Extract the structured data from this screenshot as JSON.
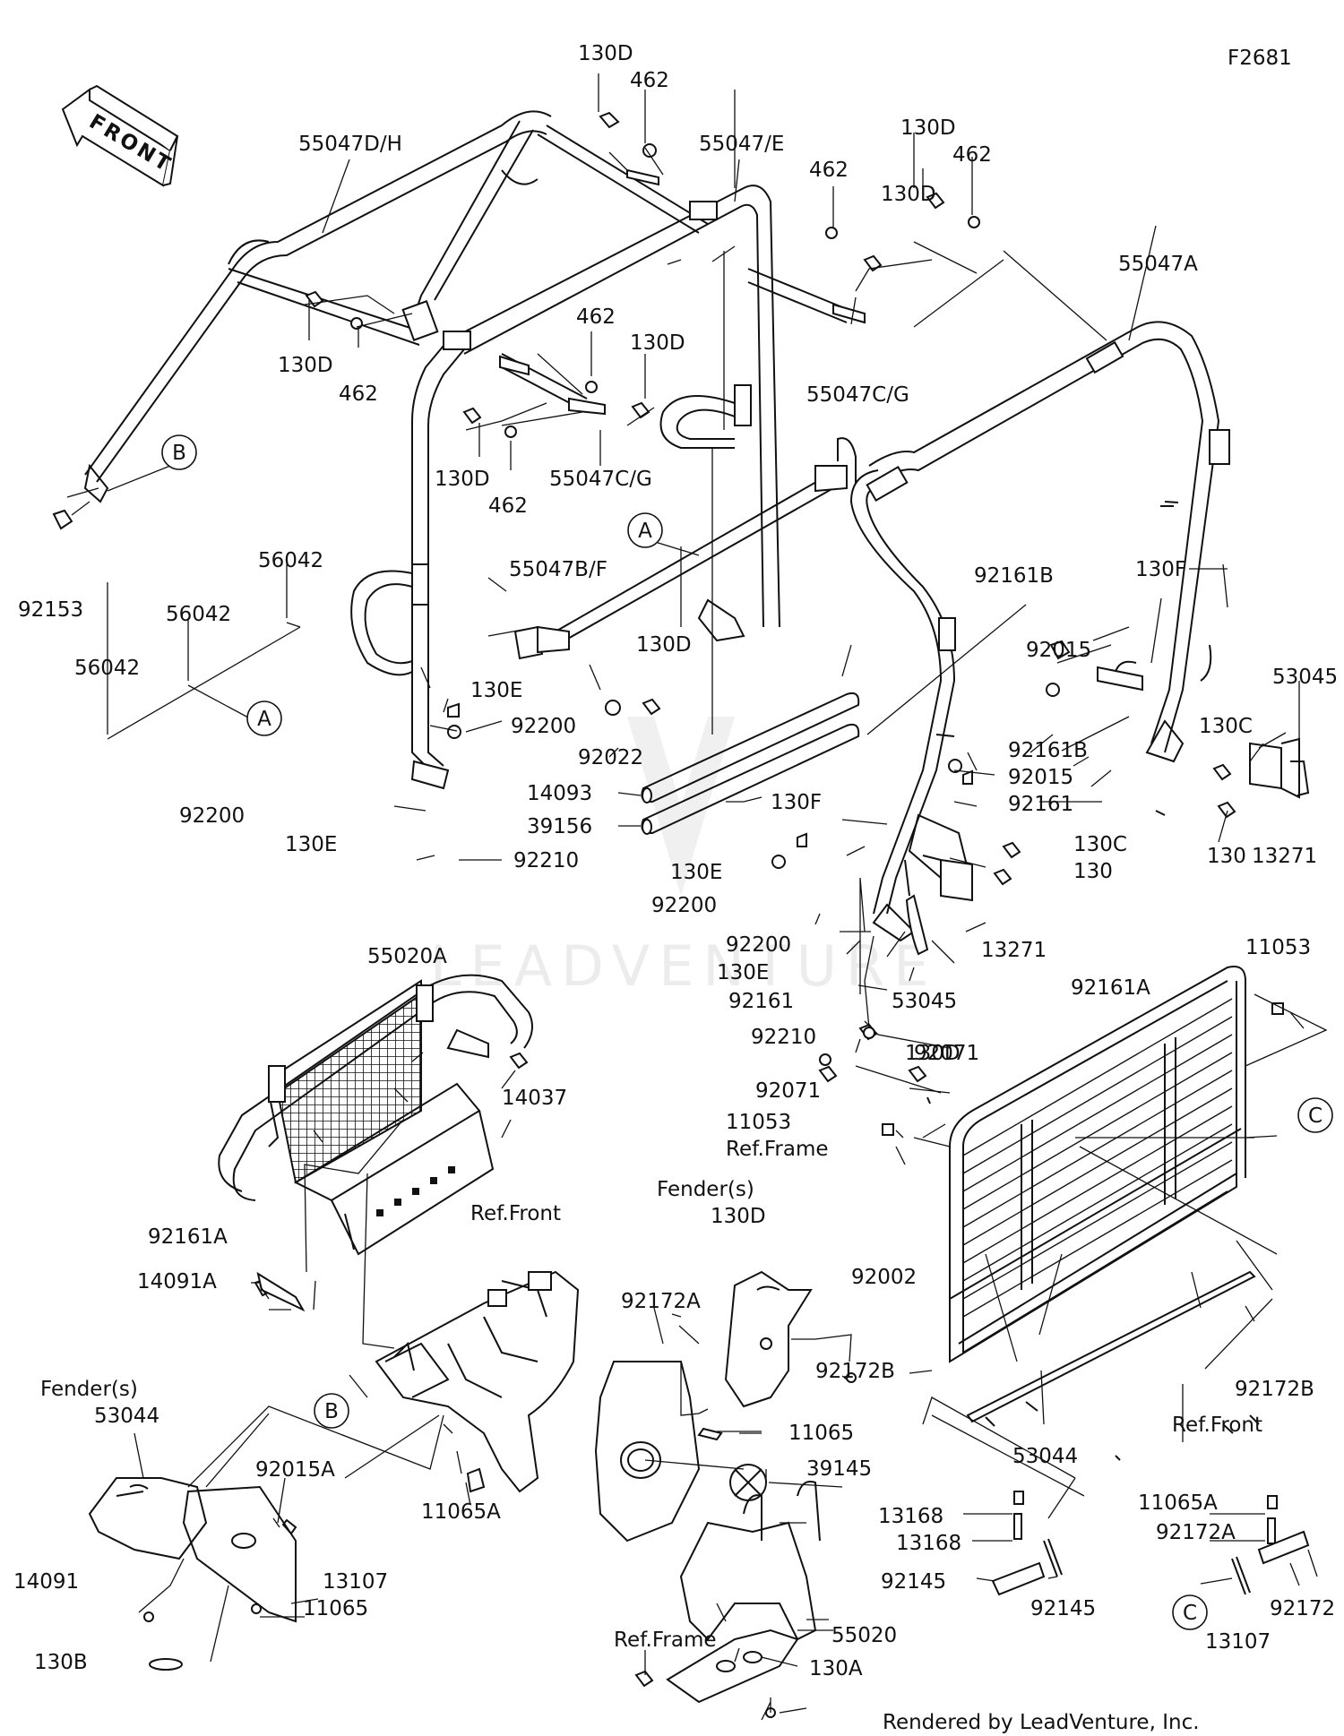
{
  "diagram_id": "F2681",
  "front_arrow_label": "FRONT",
  "footer": "Rendered by LeadVenture, Inc.",
  "watermark": "LEADVENTURE",
  "callouts": [
    "A",
    "A",
    "B",
    "B",
    "C",
    "C"
  ],
  "labels": [
    {
      "key": "l01",
      "text": "130D"
    },
    {
      "key": "l02",
      "text": "462"
    },
    {
      "key": "l03",
      "text": "55047D/H"
    },
    {
      "key": "l04",
      "text": "55047/E"
    },
    {
      "key": "l05",
      "text": "130D"
    },
    {
      "key": "l06",
      "text": "462"
    },
    {
      "key": "l07",
      "text": "462"
    },
    {
      "key": "l08",
      "text": "130D"
    },
    {
      "key": "l09",
      "text": "55047A"
    },
    {
      "key": "l10",
      "text": "130D"
    },
    {
      "key": "l11",
      "text": "462"
    },
    {
      "key": "l12",
      "text": "462"
    },
    {
      "key": "l13",
      "text": "130D"
    },
    {
      "key": "l14",
      "text": "55047C/G"
    },
    {
      "key": "l15",
      "text": "130D"
    },
    {
      "key": "l16",
      "text": "462"
    },
    {
      "key": "l17",
      "text": "55047C/G"
    },
    {
      "key": "l18",
      "text": "92153"
    },
    {
      "key": "l19",
      "text": "56042"
    },
    {
      "key": "l20",
      "text": "56042"
    },
    {
      "key": "l21",
      "text": "56042"
    },
    {
      "key": "l22",
      "text": "55047B/F"
    },
    {
      "key": "l23",
      "text": "92161B"
    },
    {
      "key": "l24",
      "text": "130F"
    },
    {
      "key": "l25",
      "text": "92015"
    },
    {
      "key": "l26",
      "text": "53045"
    },
    {
      "key": "l27",
      "text": "130D"
    },
    {
      "key": "l28",
      "text": "130E"
    },
    {
      "key": "l29",
      "text": "92200"
    },
    {
      "key": "l30",
      "text": "92022"
    },
    {
      "key": "l31",
      "text": "130C"
    },
    {
      "key": "l32",
      "text": "92161B"
    },
    {
      "key": "l33",
      "text": "92015"
    },
    {
      "key": "l34",
      "text": "92161"
    },
    {
      "key": "l35",
      "text": "14093"
    },
    {
      "key": "l36",
      "text": "39156"
    },
    {
      "key": "l37",
      "text": "92200"
    },
    {
      "key": "l38",
      "text": "130E"
    },
    {
      "key": "l39",
      "text": "92210"
    },
    {
      "key": "l40",
      "text": "130F"
    },
    {
      "key": "l41",
      "text": "130E"
    },
    {
      "key": "l42",
      "text": "92200"
    },
    {
      "key": "l43",
      "text": "130C"
    },
    {
      "key": "l44",
      "text": "130"
    },
    {
      "key": "l45",
      "text": "130"
    },
    {
      "key": "l46",
      "text": "13271"
    },
    {
      "key": "l47",
      "text": "13271"
    },
    {
      "key": "l48",
      "text": "92200"
    },
    {
      "key": "l49",
      "text": "130E"
    },
    {
      "key": "l50",
      "text": "92161"
    },
    {
      "key": "l51",
      "text": "53045"
    },
    {
      "key": "l52",
      "text": "92210"
    },
    {
      "key": "l53",
      "text": "55020A"
    },
    {
      "key": "l54",
      "text": "130D"
    },
    {
      "key": "l55",
      "text": "14037"
    },
    {
      "key": "l56",
      "text": "92161A"
    },
    {
      "key": "l57",
      "text": "11053"
    },
    {
      "key": "l58",
      "text": "92071"
    },
    {
      "key": "l59",
      "text": "92071"
    },
    {
      "key": "l60",
      "text": "11053"
    },
    {
      "key": "l61",
      "text": "Ref.Frame"
    },
    {
      "key": "l62",
      "text": "Ref.Front"
    },
    {
      "key": "l63",
      "text": "Fender(s)"
    },
    {
      "key": "l64",
      "text": "130D"
    },
    {
      "key": "l65",
      "text": "92161A"
    },
    {
      "key": "l66",
      "text": "92002"
    },
    {
      "key": "l67",
      "text": "14091A"
    },
    {
      "key": "l68",
      "text": "92172A"
    },
    {
      "key": "l69",
      "text": "92172B"
    },
    {
      "key": "l70",
      "text": "92172B"
    },
    {
      "key": "l71",
      "text": "Ref.Front"
    },
    {
      "key": "l72",
      "text": "Fender(s)"
    },
    {
      "key": "l73",
      "text": "53044"
    },
    {
      "key": "l74",
      "text": "11065"
    },
    {
      "key": "l75",
      "text": "39145"
    },
    {
      "key": "l76",
      "text": "53044"
    },
    {
      "key": "l77",
      "text": "92015A"
    },
    {
      "key": "l78",
      "text": "11065A"
    },
    {
      "key": "l79",
      "text": "11065A"
    },
    {
      "key": "l80",
      "text": "13168"
    },
    {
      "key": "l81",
      "text": "13168"
    },
    {
      "key": "l82",
      "text": "92172A"
    },
    {
      "key": "l83",
      "text": "14091"
    },
    {
      "key": "l84",
      "text": "13107"
    },
    {
      "key": "l85",
      "text": "92145"
    },
    {
      "key": "l86",
      "text": "92145"
    },
    {
      "key": "l87",
      "text": "13107"
    },
    {
      "key": "l88",
      "text": "92172"
    },
    {
      "key": "l89",
      "text": "11065"
    },
    {
      "key": "l90",
      "text": "130B"
    },
    {
      "key": "l91",
      "text": "Ref.Frame"
    },
    {
      "key": "l92",
      "text": "55020"
    },
    {
      "key": "l93",
      "text": "130A"
    }
  ]
}
